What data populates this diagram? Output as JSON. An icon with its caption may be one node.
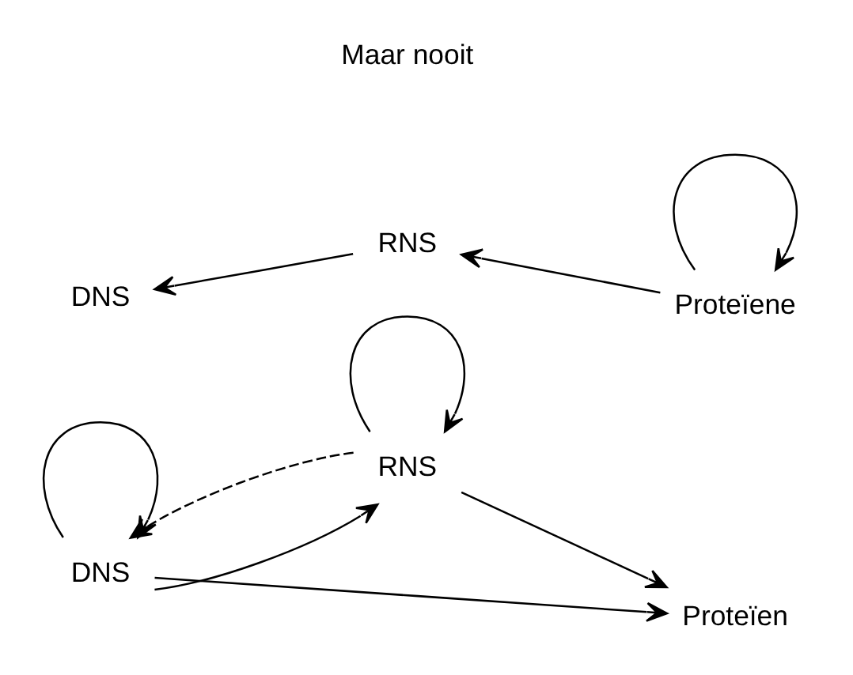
{
  "diagram": {
    "nodes": [
      {
        "text": [
          "DNS"
        ]
      },
      {
        "text": [
          "RNS"
        ]
      },
      {
        "text": [
          "Proteïen"
        ]
      },
      {
        "text": [
          "DNS"
        ]
      },
      {
        "text": [
          "RNS"
        ]
      },
      {
        "text": [
          "Proteïene"
        ]
      }
    ],
    "edges": [
      {
        "from": 0,
        "to": 1,
        "arrow": "to"
      },
      {
        "from": 0,
        "to": 2,
        "arrow": "to"
      },
      {
        "from": 1,
        "to": 2,
        "arrow": "to"
      },
      {
        "from": 1,
        "to": 0,
        "arrow": "to",
        "style": "dashed"
      },
      {
        "from": 0,
        "to": 0,
        "arrow": "to"
      },
      {
        "from": 1,
        "to": 1,
        "arrow": "to"
      },
      {
        "from": 4,
        "to": 3,
        "arrow": "to"
      },
      {
        "from": 5,
        "to": 4,
        "arrow": "to"
      },
      {
        "from": 5,
        "to": 5,
        "arrow": "to"
      }
    ],
    "labels": [
      "Maar nooit"
    ]
  }
}
